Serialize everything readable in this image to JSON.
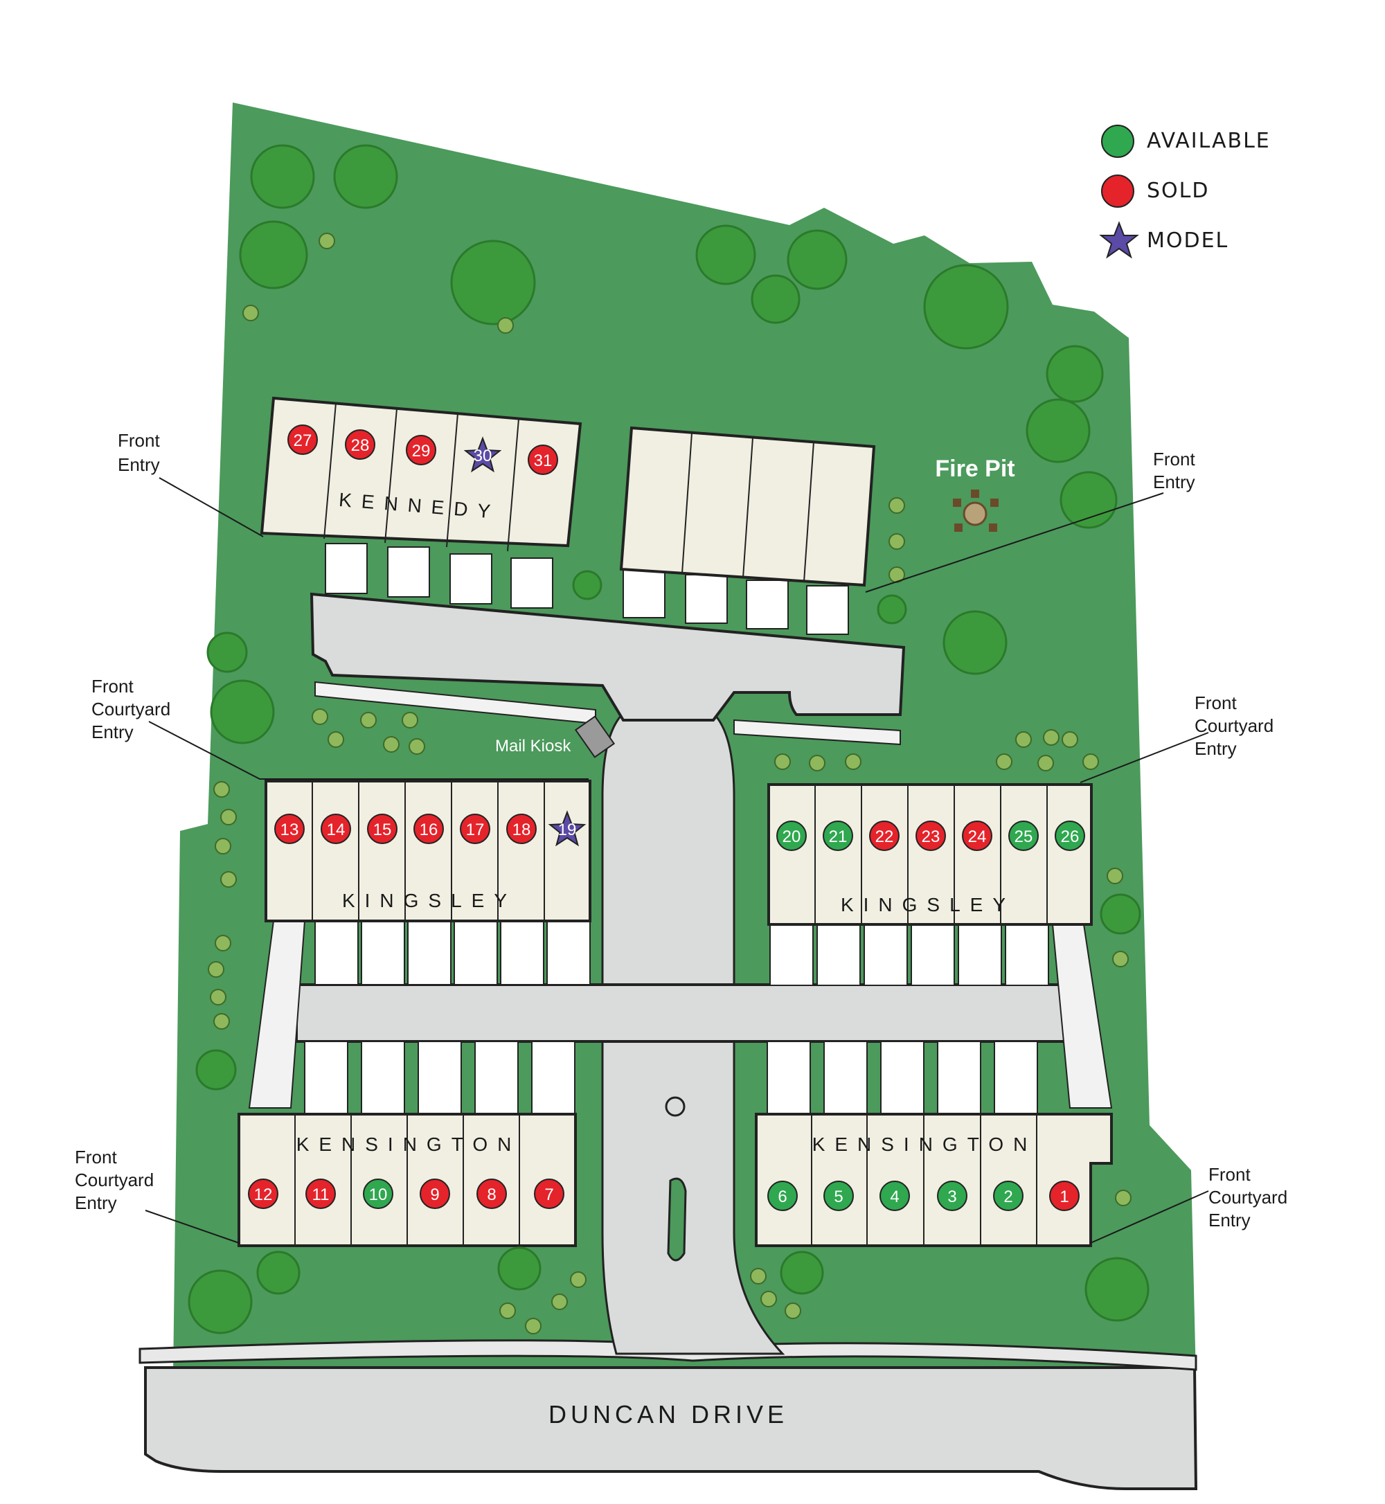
{
  "legend": {
    "available_label": "AVAILABLE",
    "sold_label": "SOLD",
    "model_label": "MODEL",
    "available_color": "#2fa84f",
    "sold_color": "#e5232b",
    "model_color": "#5b4aa6"
  },
  "colors": {
    "grass": "#4c9a5c",
    "road": "#dadbdb",
    "building": "#f1efe2",
    "tree": "#3c9a3c"
  },
  "buildings": {
    "kennedy": "KENNEDY",
    "kingsley": "KINGSLEY",
    "kensington": "KENSINGTON"
  },
  "labels": {
    "front_entry_left": [
      "Front",
      "Entry"
    ],
    "front_entry_right": [
      "Front",
      "Entry"
    ],
    "courtyard_upper_left": [
      "Front",
      "Courtyard",
      "Entry"
    ],
    "courtyard_upper_right": [
      "Front",
      "Courtyard",
      "Entry"
    ],
    "courtyard_lower_left": [
      "Front",
      "Courtyard",
      "Entry"
    ],
    "courtyard_lower_right": [
      "Front",
      "Courtyard",
      "Entry"
    ],
    "mail_kiosk": "Mail Kiosk",
    "fire_pit": "Fire Pit",
    "street": "DUNCAN DRIVE"
  },
  "units": {
    "kennedy": [
      {
        "n": "27",
        "status": "sold"
      },
      {
        "n": "28",
        "status": "sold"
      },
      {
        "n": "29",
        "status": "sold"
      },
      {
        "n": "30",
        "status": "model"
      },
      {
        "n": "31",
        "status": "sold"
      }
    ],
    "kingsley_west": [
      {
        "n": "13",
        "status": "sold"
      },
      {
        "n": "14",
        "status": "sold"
      },
      {
        "n": "15",
        "status": "sold"
      },
      {
        "n": "16",
        "status": "sold"
      },
      {
        "n": "17",
        "status": "sold"
      },
      {
        "n": "18",
        "status": "sold"
      },
      {
        "n": "19",
        "status": "model"
      }
    ],
    "kingsley_east": [
      {
        "n": "20",
        "status": "available"
      },
      {
        "n": "21",
        "status": "available"
      },
      {
        "n": "22",
        "status": "sold"
      },
      {
        "n": "23",
        "status": "sold"
      },
      {
        "n": "24",
        "status": "sold"
      },
      {
        "n": "25",
        "status": "available"
      },
      {
        "n": "26",
        "status": "available"
      }
    ],
    "kensington_west": [
      {
        "n": "12",
        "status": "sold"
      },
      {
        "n": "11",
        "status": "sold"
      },
      {
        "n": "10",
        "status": "available"
      },
      {
        "n": "9",
        "status": "sold"
      },
      {
        "n": "8",
        "status": "sold"
      },
      {
        "n": "7",
        "status": "sold"
      }
    ],
    "kensington_east": [
      {
        "n": "6",
        "status": "available"
      },
      {
        "n": "5",
        "status": "available"
      },
      {
        "n": "4",
        "status": "available"
      },
      {
        "n": "3",
        "status": "available"
      },
      {
        "n": "2",
        "status": "available"
      },
      {
        "n": "1",
        "status": "sold"
      }
    ]
  }
}
